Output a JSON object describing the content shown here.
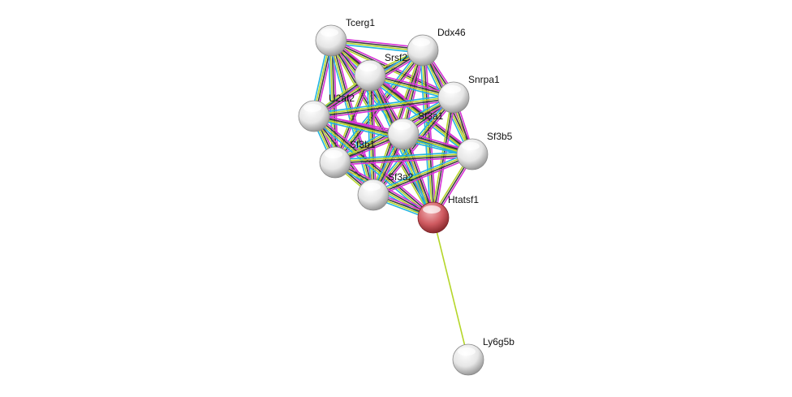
{
  "network": {
    "nodes": [
      {
        "id": "Tcerg1",
        "label": "Tcerg1",
        "query": false
      },
      {
        "id": "Ddx46",
        "label": "Ddx46",
        "query": false
      },
      {
        "id": "Srsf2",
        "label": "Srsf2",
        "query": false
      },
      {
        "id": "Snrpa1",
        "label": "Snrpa1",
        "query": false
      },
      {
        "id": "U2af2",
        "label": "U2af2",
        "query": false
      },
      {
        "id": "Sf3a1",
        "label": "Sf3a1",
        "query": false
      },
      {
        "id": "Sf3b5",
        "label": "Sf3b5",
        "query": false
      },
      {
        "id": "Sf3b1",
        "label": "Sf3b1",
        "query": false
      },
      {
        "id": "Sf3a2",
        "label": "Sf3a2",
        "query": false
      },
      {
        "id": "Htatsf1",
        "label": "Htatsf1",
        "query": true
      },
      {
        "id": "Ly6g5b",
        "label": "Ly6g5b",
        "query": false
      }
    ],
    "clique": [
      "Tcerg1",
      "Ddx46",
      "Srsf2",
      "Snrpa1",
      "U2af2",
      "Sf3a1",
      "Sf3b5",
      "Sf3b1",
      "Sf3a2",
      "Htatsf1"
    ],
    "clique_edge_colors": [
      "#d631d6",
      "#3c3c3c",
      "#b5d62a",
      "#22b4e0"
    ],
    "extra_edges": [
      {
        "source": "Htatsf1",
        "target": "Ly6g5b",
        "colors": [
          "#b5d62a"
        ]
      }
    ],
    "colors": {
      "node": "#e8e8e8",
      "query_node": "#c9545a",
      "label": "#111111"
    }
  }
}
